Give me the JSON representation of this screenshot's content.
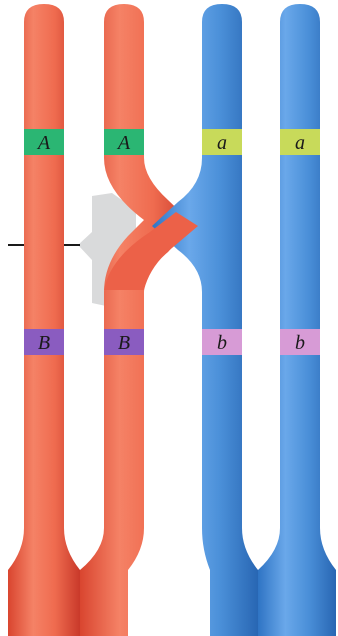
{
  "colors": {
    "maternal": "#ef6b4f",
    "paternal": "#4a8fd8",
    "allele_A": "#2bb673",
    "allele_a": "#c8da5a",
    "allele_B": "#8a5cc0",
    "allele_b": "#d79bd6",
    "chiasma_callout": "#d9dadb",
    "pointer_line": "#1a1a1a"
  },
  "chromosomes": [
    {
      "id": "maternal-chromatid-1",
      "color": "maternal"
    },
    {
      "id": "maternal-chromatid-2",
      "color": "maternal"
    },
    {
      "id": "paternal-chromatid-1",
      "color": "paternal"
    },
    {
      "id": "paternal-chromatid-2",
      "color": "paternal"
    }
  ],
  "bands": {
    "upper": {
      "chromatid1": "A",
      "chromatid2": "A",
      "chromatid3": "a",
      "chromatid4": "a"
    },
    "lower": {
      "chromatid1": "B",
      "chromatid2": "B",
      "chromatid3": "b",
      "chromatid4": "b"
    }
  },
  "callout": {
    "kind": "chiasma-pointer"
  }
}
